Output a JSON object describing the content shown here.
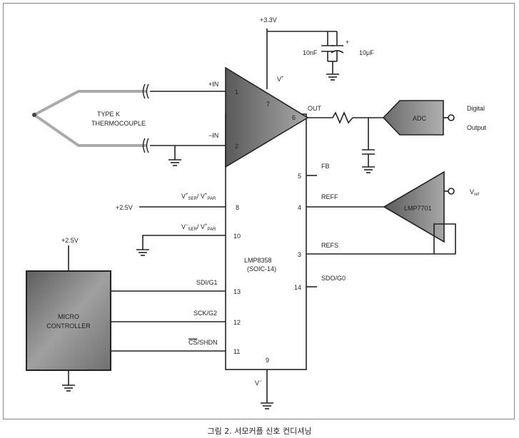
{
  "supply": {
    "v33": "+3.3V",
    "c1": "10nF",
    "c2": "10μF",
    "vplus": "V",
    "vplus_sup": "+",
    "vminus": "V",
    "vminus_sup": "−"
  },
  "thermocouple": {
    "line1": "TYPE K",
    "line2": "THERMOCOUPLE"
  },
  "amp": {
    "in_plus": "+IN",
    "in_minus": "−IN",
    "out": "OUT",
    "pin1": "1",
    "pin2": "2",
    "pin7": "7",
    "pin6": "6"
  },
  "chip": {
    "name": "LMP8358",
    "package": "(SOIC-14)",
    "pins": [
      {
        "num": "5",
        "label": "FB"
      },
      {
        "num": "4",
        "label": "REFF"
      },
      {
        "num": "3",
        "label": "REFS"
      },
      {
        "num": "14",
        "label": "SDO/G0"
      },
      {
        "num": "8",
        "label_main": "V",
        "label_sup": "+",
        "label_sub": "SER",
        "label_sep": "/ V",
        "label_sup2": "+",
        "label_sub2": "PAR"
      },
      {
        "num": "10",
        "label_main": "V",
        "label_sup": "−",
        "label_sub": "SER",
        "label_sep": "/ V",
        "label_sup2": "+",
        "label_sub2": "PAR"
      },
      {
        "num": "13",
        "label": "SDI/G1"
      },
      {
        "num": "12",
        "label": "SCK/G2"
      },
      {
        "num": "11",
        "label_over": "CS",
        "label_rest": "/SHDN"
      },
      {
        "num": "9",
        "label": ""
      }
    ]
  },
  "adc": {
    "label": "ADC",
    "out1": "Digital",
    "out2": "Output"
  },
  "ref": {
    "label": "LMP7701",
    "vref": "V",
    "vref_sub": "ref"
  },
  "inputs": {
    "v25_pin8": "+2.5V",
    "v25_mcu": "+2.5V"
  },
  "mcu": {
    "line1": "MICRO",
    "line2": "CONTROLLER"
  },
  "caption": "그림 2. 서모커플 신호 컨디셔닝"
}
